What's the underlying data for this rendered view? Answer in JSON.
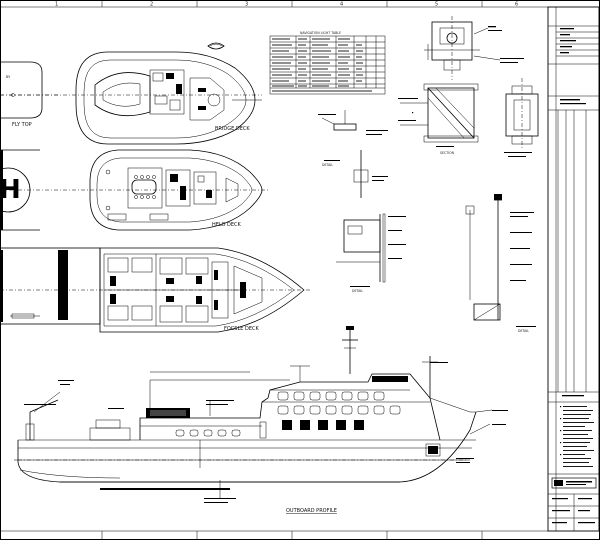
{
  "drawing": {
    "views": {
      "flybridge_top": "FLY TOP",
      "bridge_deck": "BRIDGE DECK",
      "helo_deck": "HELO DECK",
      "focsle_deck": "FOCSLE DECK",
      "outboard_profile": "OUTBOARD PROFILE"
    },
    "table_title": "NAVIGATION LIGHT TABLE",
    "grid_columns": [
      "1",
      "2",
      "3",
      "4",
      "5",
      "6"
    ]
  }
}
